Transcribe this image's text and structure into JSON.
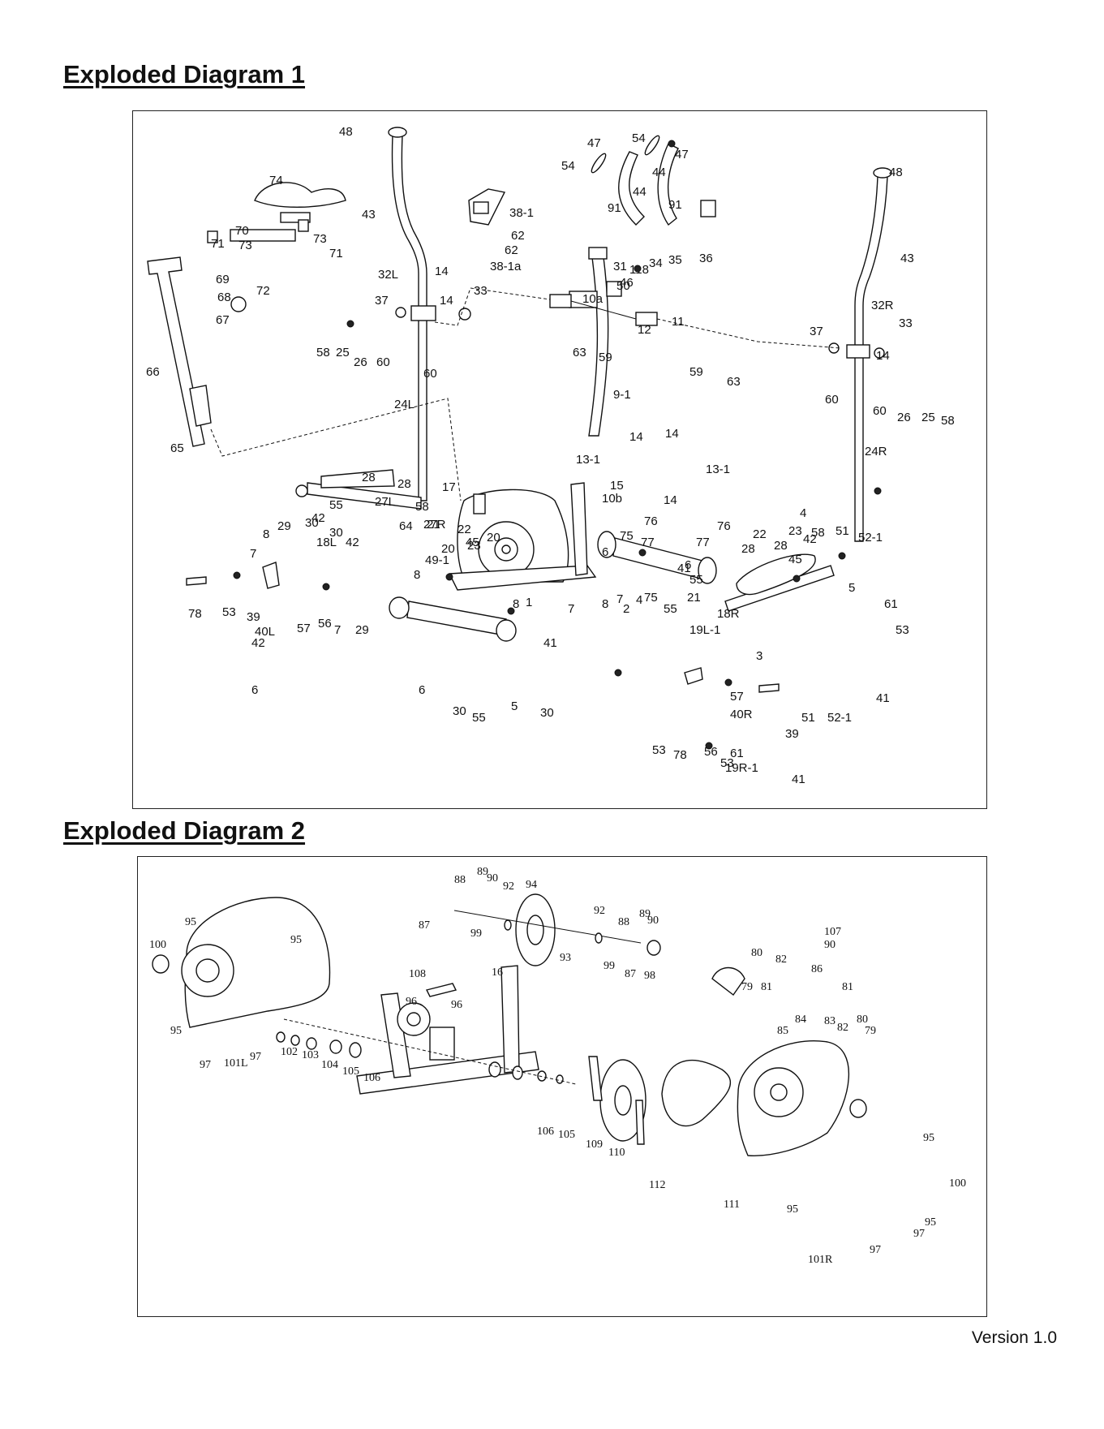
{
  "headings": {
    "diagram1": "Exploded Diagram 1",
    "diagram2": "Exploded Diagram 2"
  },
  "footer": {
    "version": "Version 1.0"
  },
  "diagram1_labels": [
    "48",
    "47",
    "54",
    "47",
    "54",
    "44",
    "44",
    "91",
    "91",
    "74",
    "43",
    "38-1",
    "70",
    "73",
    "73",
    "71",
    "71",
    "62",
    "62",
    "38-1a",
    "36",
    "35",
    "34",
    "118",
    "31",
    "46",
    "48",
    "43",
    "69",
    "72",
    "32L",
    "14",
    "68",
    "37",
    "33",
    "14",
    "10a",
    "50",
    "12",
    "11",
    "67",
    "58",
    "25",
    "26",
    "60",
    "60",
    "63",
    "59",
    "59",
    "63",
    "32R",
    "37",
    "33",
    "14",
    "66",
    "60",
    "60",
    "26",
    "25",
    "58",
    "24L",
    "9-1",
    "24R",
    "65",
    "14",
    "14",
    "13-1",
    "13-1",
    "15",
    "10b",
    "14",
    "28",
    "28",
    "27L",
    "55",
    "58",
    "42",
    "21",
    "22",
    "23",
    "20",
    "45",
    "17",
    "76",
    "75",
    "77",
    "77",
    "76",
    "28",
    "28",
    "45",
    "4",
    "6",
    "6",
    "41",
    "55",
    "29",
    "30",
    "30",
    "18L",
    "42",
    "64",
    "27R",
    "20",
    "22",
    "23",
    "42",
    "58",
    "51",
    "52-1",
    "8",
    "7",
    "49-1",
    "8",
    "1",
    "8",
    "7",
    "8",
    "7",
    "2",
    "4",
    "75",
    "55",
    "21",
    "18R",
    "19L-1",
    "61",
    "53",
    "78",
    "53",
    "39",
    "40L",
    "57",
    "56",
    "7",
    "29",
    "42",
    "41",
    "5",
    "3",
    "6",
    "6",
    "5",
    "30",
    "55",
    "30",
    "41",
    "51",
    "52-1",
    "57",
    "40R",
    "39",
    "53",
    "78",
    "56",
    "53",
    "61",
    "19R-1",
    "41"
  ],
  "diagram2_labels": [
    "89",
    "90",
    "88",
    "92",
    "94",
    "87",
    "99",
    "100",
    "95",
    "95",
    "92",
    "89",
    "90",
    "88",
    "107",
    "90",
    "93",
    "99",
    "87",
    "98",
    "80",
    "82",
    "79",
    "81",
    "86",
    "108",
    "16",
    "96",
    "96",
    "81",
    "84",
    "83",
    "82",
    "80",
    "85",
    "79",
    "95",
    "97",
    "101L",
    "97",
    "102",
    "103",
    "104",
    "105",
    "106",
    "106",
    "105",
    "109",
    "110",
    "112",
    "111",
    "95",
    "95",
    "100",
    "95",
    "97",
    "97",
    "101R"
  ]
}
